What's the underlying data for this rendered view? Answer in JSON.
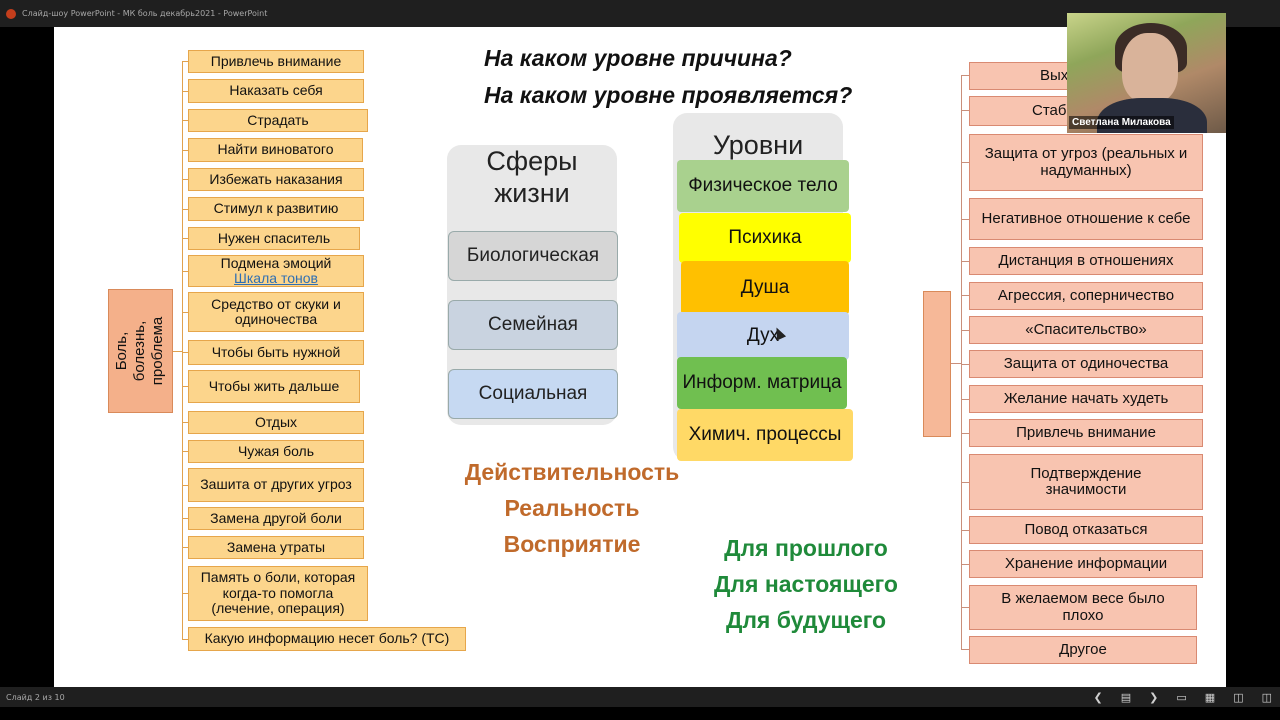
{
  "window": {
    "title": "Слайд-шоу PowerPoint  -  МК боль декабрь2021  -  PowerPoint"
  },
  "status": {
    "slide_counter": "Слайд 2 из 10"
  },
  "video": {
    "participant_name": "Светлана Милакова"
  },
  "slide": {
    "questions": [
      "На каком уровне причина?",
      "На каком уровне проявляется?"
    ],
    "left_root": "Боль, болезнь, проблема",
    "left_items": [
      "Привлечь внимание",
      "Наказать себя",
      "Страдать",
      "Найти виноватого",
      "Избежать наказания",
      "Стимул к развитию",
      "Нужен спаситель",
      "Подмена эмоций",
      "Средство от скуки и одиночества",
      "Чтобы быть нужной",
      "Чтобы жить дальше",
      "Отдых",
      "Чужая боль",
      "Зашита от  других угроз",
      "Замена другой боли",
      "Замена утраты",
      "Память о боли, которая когда-то  помогла (лечение, операция)",
      "Какую информацию несет боль? (ТС)"
    ],
    "left_link": "Шкала тонов",
    "spheres": {
      "title": "Сферы жизни",
      "items": [
        "Биологическая",
        "Семейная",
        "Социальная"
      ],
      "colors": [
        "#d6d6d6",
        "#c9d3e0",
        "#c6d9f2"
      ]
    },
    "levels": {
      "title": "Уровни",
      "items": [
        {
          "label": "Физическое тело",
          "color": "#a9d18e"
        },
        {
          "label": "Психика",
          "color": "#ffff00"
        },
        {
          "label": "Душа",
          "color": "#ffc000"
        },
        {
          "label": "Дух",
          "color": "#c5d5f0"
        },
        {
          "label": "Информ. матрица",
          "color": "#70bf50"
        },
        {
          "label": "Химич. процессы",
          "color": "#ffd966"
        }
      ]
    },
    "reality_terms": [
      "Действительность",
      "Реальность",
      "Восприятие"
    ],
    "time_terms": [
      "Для прошлого",
      "Для настоящего",
      "Для будущего"
    ],
    "right_items": [
      "Вых",
      "Стаб",
      "Защита от угроз (реальных и надуманных)",
      "Негативное отношение к себе",
      "Дистанция в отношениях",
      "Агрессия, соперничество",
      "«Спасительство»",
      "Защита от одиночества",
      "Желание начать худеть",
      "Привлечь внимание",
      "Подтверждение значимости",
      "Повод отказаться",
      "Хранение информации",
      "В желаемом весе было плохо",
      "Другое"
    ]
  }
}
